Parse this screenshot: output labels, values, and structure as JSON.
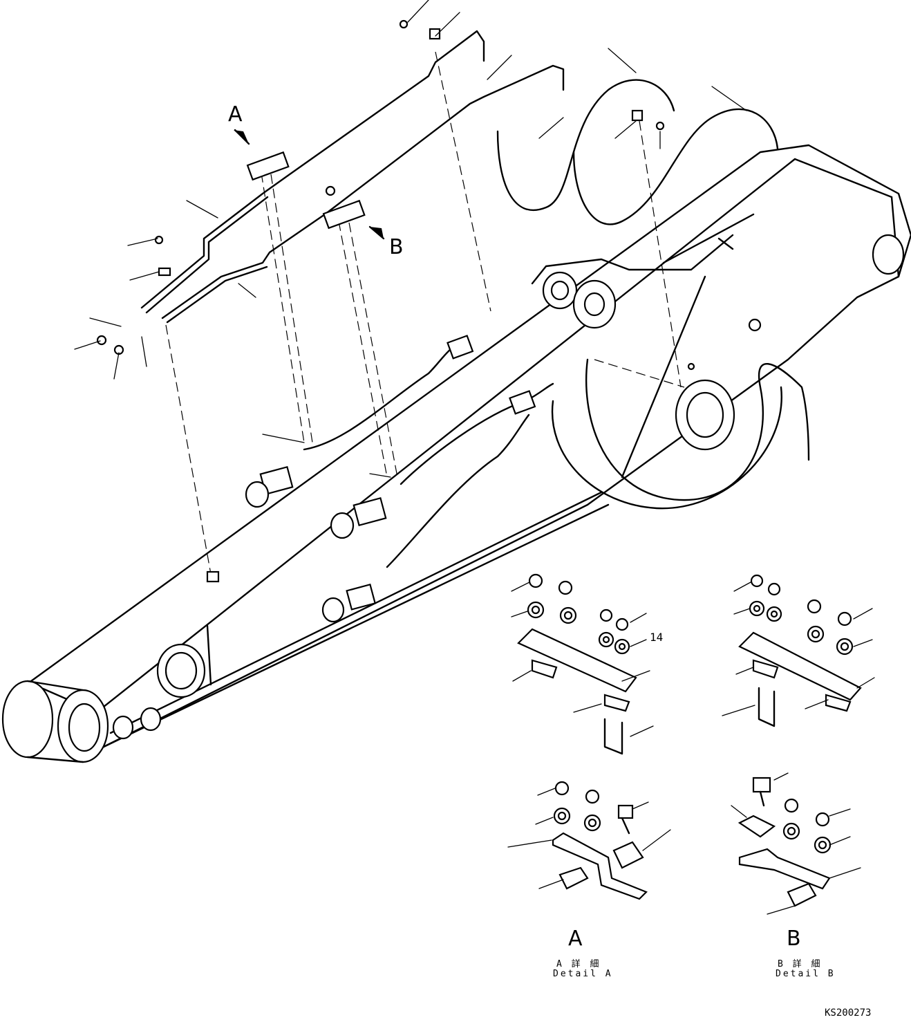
{
  "callouts": {
    "view_a": "A",
    "view_b": "B",
    "part_number_14": "14"
  },
  "details": {
    "a": {
      "letter": "A",
      "jp_label": "A 詳 細",
      "en_label": "Detail A"
    },
    "b": {
      "letter": "B",
      "jp_label": "B 詳 細",
      "en_label": "Detail B"
    }
  },
  "drawing_code": "KS200273"
}
